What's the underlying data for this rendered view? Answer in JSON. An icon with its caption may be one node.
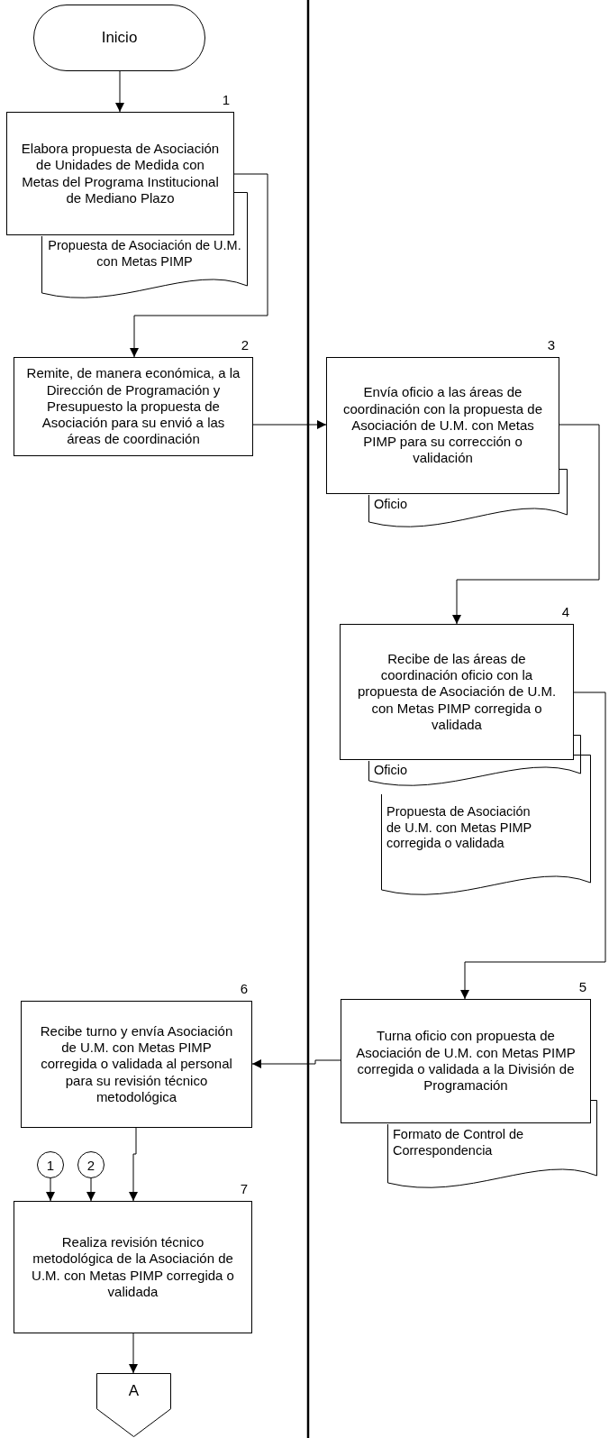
{
  "diagram": {
    "nodes": [
      {
        "text": [
          "Inicio"
        ]
      },
      {
        "text": [
          "Elabora propuesta de Asociación de Unidades de Medida con Metas del Programa Institucional de Mediano Plazo"
        ],
        "beside": [
          "1"
        ]
      },
      {
        "text": [
          "Propuesta de Asociación de U.M. con Metas PIMP"
        ]
      },
      {
        "text": [
          "Remite, de manera económica, a la Dirección de Programación y Presupuesto la propuesta de Asociación para su envió a las áreas de coordinación"
        ],
        "beside": [
          "2"
        ]
      },
      {
        "text": [
          "Envía oficio a las áreas de coordinación con la propuesta de Asociación de U.M. con Metas PIMP para su corrección o validación"
        ],
        "beside": [
          "3"
        ]
      },
      {
        "text": [
          "Oficio"
        ]
      },
      {
        "text": [
          "Recibe de las áreas de coordinación oficio con la propuesta de Asociación de U.M. con Metas PIMP corregida o validada"
        ],
        "beside": [
          "4"
        ]
      },
      {
        "text": [
          "Oficio"
        ]
      },
      {
        "text": [
          "Propuesta de Asociación de U.M. con Metas PIMP corregida o validada"
        ]
      },
      {
        "text": [
          "Turna oficio con propuesta de Asociación de U.M. con Metas PIMP corregida o validada a la División de Programación"
        ],
        "beside": [
          "5"
        ]
      },
      {
        "text": [
          "Formato de Control de Correspondencia"
        ]
      },
      {
        "text": [
          "Recibe turno y envía Asociación de U.M. con Metas PIMP corregida o validada al personal para su revisión técnico metodológica"
        ],
        "beside": [
          "6"
        ]
      },
      {
        "text": [
          "1"
        ]
      },
      {
        "text": [
          "2"
        ]
      },
      {
        "text": [
          "Realiza revisión técnico metodológica de la Asociación de U.M. con Metas PIMP corregida o validada"
        ],
        "beside": [
          "7"
        ]
      },
      {
        "text": [
          "A"
        ]
      }
    ],
    "edges": [
      {
        "from": 0,
        "to": 1,
        "arrow": "to"
      },
      {
        "from": 1,
        "to": 3,
        "arrow": "to"
      },
      {
        "from": 3,
        "to": 4,
        "arrow": "to"
      },
      {
        "from": 4,
        "to": 6,
        "arrow": "to"
      },
      {
        "from": 6,
        "to": 9,
        "arrow": "to"
      },
      {
        "from": 9,
        "to": 11,
        "arrow": "to"
      },
      {
        "from": 11,
        "to": 14,
        "arrow": "to"
      },
      {
        "from": 12,
        "to": 14,
        "arrow": "to"
      },
      {
        "from": 13,
        "to": 14,
        "arrow": "to"
      },
      {
        "from": 14,
        "to": 15,
        "arrow": "to"
      }
    ]
  }
}
